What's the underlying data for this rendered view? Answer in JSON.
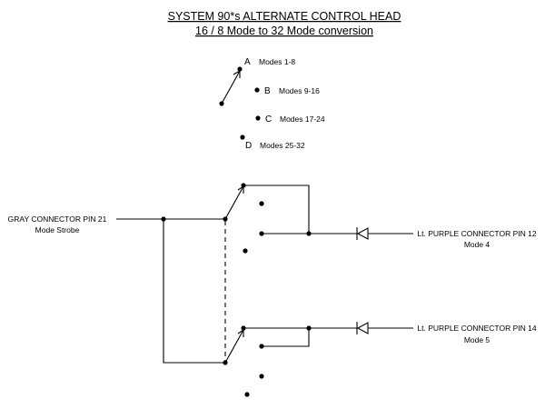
{
  "title": {
    "line1": "SYSTEM 90*s ALTERNATE CONTROL HEAD",
    "line2": "16 / 8 Mode to 32 Mode conversion"
  },
  "switch_legend": {
    "positions": [
      {
        "letter": "A",
        "label": "Modes 1-8"
      },
      {
        "letter": "B",
        "label": "Modes 9-16"
      },
      {
        "letter": "C",
        "label": "Modes 17-24"
      },
      {
        "letter": "D",
        "label": "Modes 25-32"
      }
    ]
  },
  "connectors": {
    "gray": {
      "line1": "GRAY CONNECTOR PIN 21",
      "line2": "Mode Strobe"
    },
    "purple_12": {
      "line1": "Lt. PURPLE CONNECTOR PIN 12",
      "line2": "Mode 4"
    },
    "purple_14": {
      "line1": "Lt. PURPLE CONNECTOR PIN 14",
      "line2": "Mode 5"
    }
  }
}
